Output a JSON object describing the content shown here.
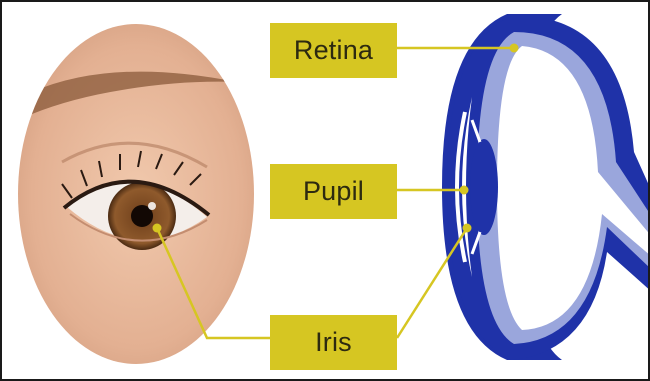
{
  "labels": {
    "retina": "Retina",
    "pupil": "Pupil",
    "iris": "Iris"
  },
  "colors": {
    "label_bg": "#d6c622",
    "leader_line": "#d6c622",
    "eye_outline": "#1f32a8",
    "eye_inner": "#9aa6dc",
    "iris_brown": "#7a4a24",
    "skin": "#e8b99a"
  }
}
